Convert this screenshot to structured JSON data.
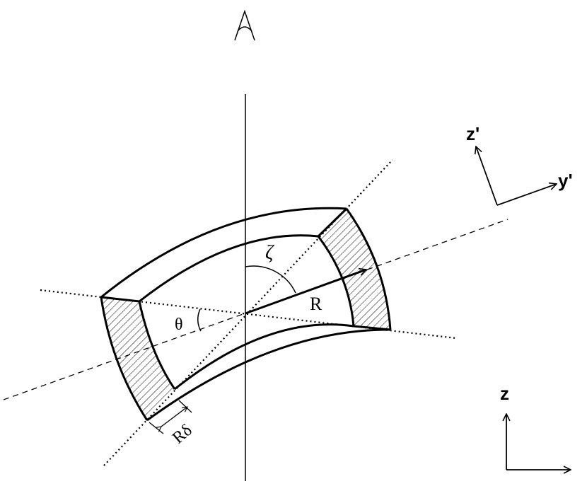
{
  "figure": {
    "labels": {
      "theta": "θ",
      "zeta": "ζ",
      "radius": "R",
      "thickness": "Rδ",
      "top_axis_z": "z'",
      "top_axis_y": "y'",
      "bottom_axis_z": "z"
    },
    "colors": {
      "stroke": "#000000",
      "background": "#ffffff"
    }
  }
}
